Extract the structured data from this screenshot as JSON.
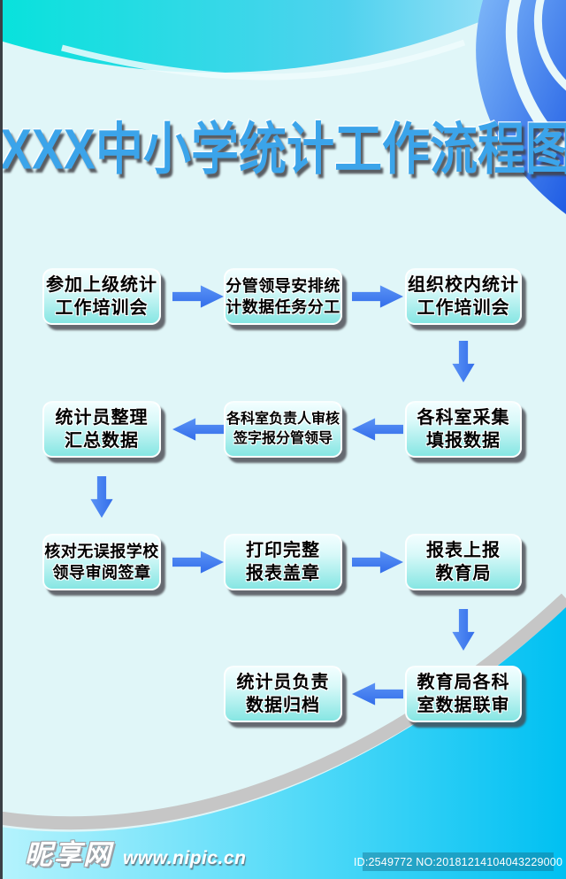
{
  "title": "XXX中小学统计工作流程图",
  "flow": {
    "nodes": [
      {
        "line1": "参加上级统计",
        "line2": "工作培训会"
      },
      {
        "line1": "分管领导安排统",
        "line2": "计数据任务分工"
      },
      {
        "line1": "组织校内统计",
        "line2": "工作培训会"
      },
      {
        "line1": "各科室采集",
        "line2": "填报数据"
      },
      {
        "line1": "各科室负责人审核",
        "line2": "签字报分管领导"
      },
      {
        "line1": "统计员整理",
        "line2": "汇总数据"
      },
      {
        "line1": "核对无误报学校",
        "line2": "领导审阅签章"
      },
      {
        "line1": "打印完整",
        "line2": "报表盖章"
      },
      {
        "line1": "报表上报",
        "line2": "教育局"
      },
      {
        "line1": "教育局各科",
        "line2": "室数据联审"
      },
      {
        "line1": "统计员负责",
        "line2": "数据归档"
      }
    ]
  },
  "footer": {
    "site_name": "昵享网",
    "site_url": "www.nipic.cn",
    "id_text": "ID:2549772 NO:20181214104043229000"
  },
  "colors": {
    "background": "#e0f6f8",
    "title_blue": "#3ba4ea",
    "arrow_blue": "#3c7cf0",
    "box_top": "#f2feff",
    "box_bottom": "#86e6e3",
    "top_wave_cyan": "#0ae2dc",
    "swoosh_blue": "#2f6ae9",
    "bottom_cyan": "#00c0f2",
    "gray_stripe": "#c6c6c6"
  }
}
